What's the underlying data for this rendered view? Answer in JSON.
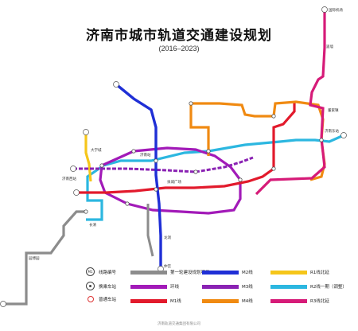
{
  "title": "济南市城市轨道交通建设规划",
  "subtitle": "(2016–2023)",
  "colors": {
    "gray": "#8c8c8c",
    "blue": "#1f2fd6",
    "yellow": "#f5c61a",
    "purple": "#a21ab8",
    "cyan": "#2cb7e0",
    "red": "#e21a2c",
    "orange": "#f08a12",
    "magenta": "#d61b78",
    "violet": "#8a22b3"
  },
  "map_labels": {
    "north_terminal": "国际机场",
    "east_1": "董家镇",
    "east_2": "济南东站",
    "west_1": "济南西站",
    "west_2": "长清",
    "south_1": "龙洞",
    "south_2": "仲宫",
    "center_1": "泉城广场",
    "center_2": "济南站",
    "north_1": "遥墙",
    "west_3": "大学城",
    "southwest_1": "园博园"
  },
  "legend": {
    "items": [
      {
        "symbol": "line-number",
        "label": "线路编号"
      },
      {
        "symbol": "interchange",
        "label": "换乘车站"
      },
      {
        "symbol": "station",
        "label": "普通车站"
      },
      {
        "color": "#8c8c8c",
        "label": "第一轮建设规划项目"
      },
      {
        "color": "#a21ab8",
        "label": "环线"
      },
      {
        "color": "#e21a2c",
        "label": "M1线"
      },
      {
        "color": "#1f2fd6",
        "label": "M2线"
      },
      {
        "color": "#8a22b3",
        "label": "M3线"
      },
      {
        "color": "#f08a12",
        "label": "M4线"
      },
      {
        "color": "#f5c61a",
        "label": "R1线北延"
      },
      {
        "color": "#2cb7e0",
        "label": "R2线一期（调整）"
      },
      {
        "color": "#d61b78",
        "label": "R3线北延"
      }
    ]
  },
  "footer": "济南轨道交通集团有限公司"
}
